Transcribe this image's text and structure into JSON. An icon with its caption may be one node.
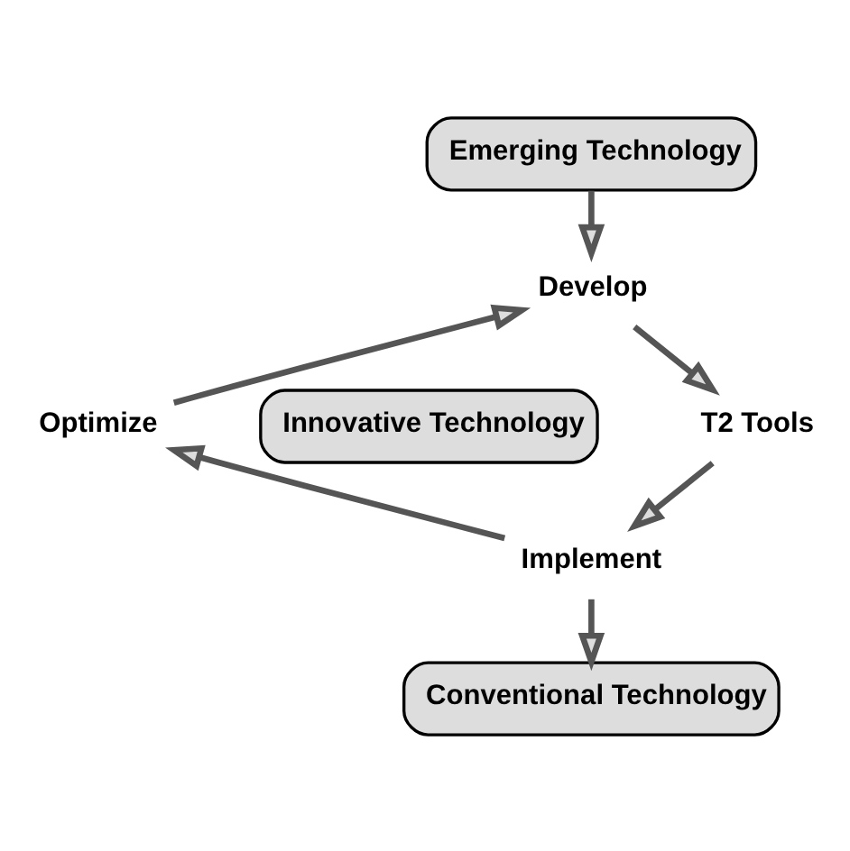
{
  "diagram": {
    "nodes": [
      {
        "text": [
          "Emerging Technology"
        ]
      },
      {
        "text": [
          "Develop"
        ]
      },
      {
        "text": [
          "T2 Tools"
        ]
      },
      {
        "text": [
          "Implement"
        ]
      },
      {
        "text": [
          "Optimize"
        ]
      },
      {
        "text": [
          "Innovative Technology"
        ]
      },
      {
        "text": [
          "Conventional Technology"
        ]
      }
    ],
    "edges": [
      {
        "from": 0,
        "to": 1,
        "arrow": "to"
      },
      {
        "from": 1,
        "to": 2,
        "arrow": "to"
      },
      {
        "from": 2,
        "to": 3,
        "arrow": "to"
      },
      {
        "from": 3,
        "to": 4,
        "arrow": "to"
      },
      {
        "from": 4,
        "to": 1,
        "arrow": "to"
      },
      {
        "from": 3,
        "to": 6,
        "arrow": "to"
      }
    ]
  }
}
